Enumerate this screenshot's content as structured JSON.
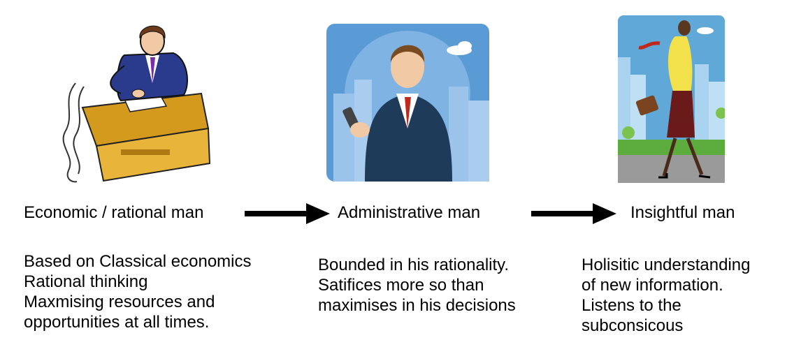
{
  "stages": [
    {
      "title": "Economic / rational man",
      "illustration": "businessman-at-desk-clipart",
      "description": [
        "Based on Classical economics",
        "Rational thinking",
        "Maxmising resources and",
        "opportunities at all times."
      ]
    },
    {
      "title": "Administrative man",
      "illustration": "businessman-with-phone-clipart",
      "description": [
        "Bounded in his rationality.",
        "Satifices more so than",
        "maximises in his decisions"
      ]
    },
    {
      "title": "Insightful man",
      "illustration": "woman-walking-with-briefcase-clipart",
      "description": [
        "Holisitic understanding",
        "of new information.",
        "Listens to the",
        "subconsicous"
      ]
    }
  ],
  "arrows": [
    "right-arrow-icon",
    "right-arrow-icon"
  ],
  "colors": {
    "text": "#000000",
    "sky": "#5b9bd5",
    "suit": "#1f3b5a",
    "desk": "#d49a1e"
  }
}
